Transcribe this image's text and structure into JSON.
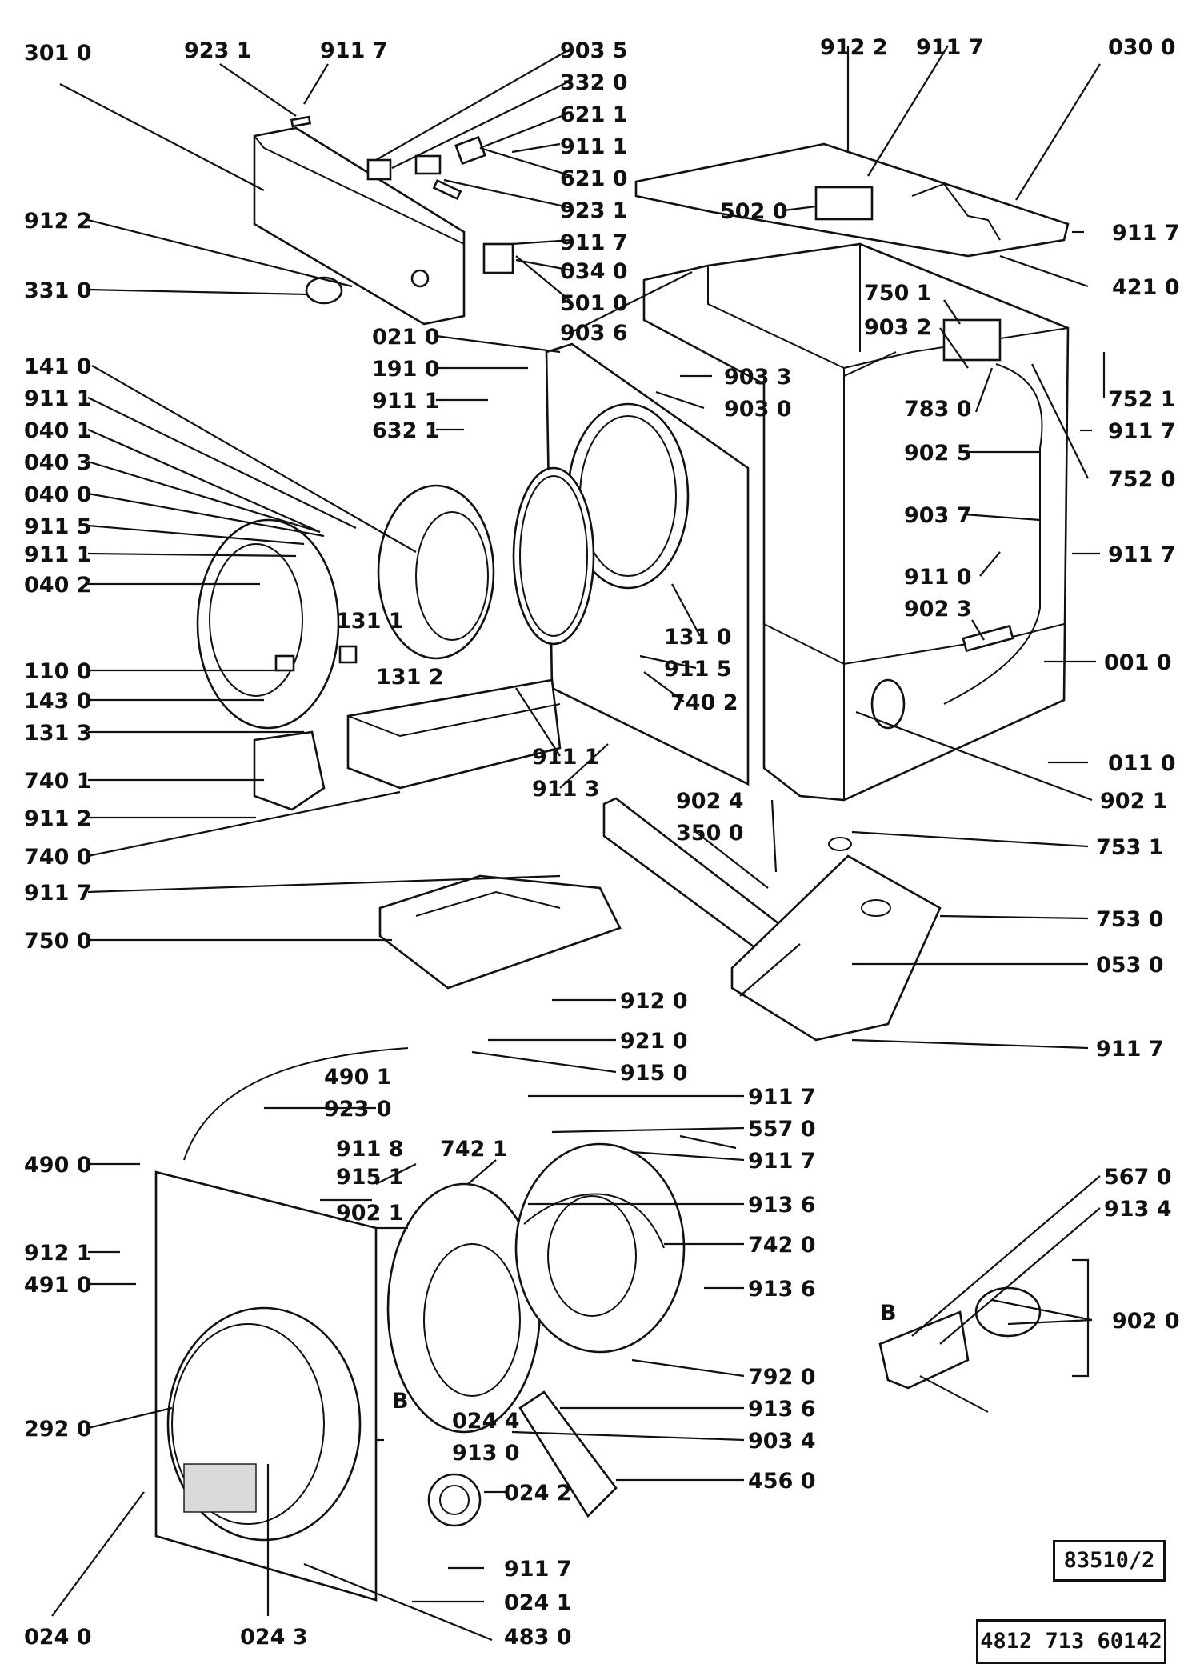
{
  "diagram": {
    "labels": [
      "301 0",
      "923 1",
      "911 7",
      "903 5",
      "332 0",
      "621 1",
      "911 1",
      "621 0",
      "923 1",
      "912 2",
      "331 0",
      "501 0",
      "911 7",
      "034 0",
      "912 2",
      "911 7",
      "030 0",
      "502 0",
      "911 7",
      "421 0",
      "903 6",
      "021 0",
      "750 1",
      "903 2",
      "752 1",
      "191 0",
      "141 0",
      "911 1",
      "903 3",
      "903 0",
      "911 7",
      "632 1",
      "911 1",
      "040 1",
      "783 0",
      "040 3",
      "902 5",
      "752 0",
      "040 0",
      "911 5",
      "903 7",
      "911 1",
      "911 0",
      "911 7",
      "040 2",
      "902 3",
      "131 1",
      "131 0",
      "110 0",
      "911 5",
      "001 0",
      "143 0",
      "131 2",
      "740 2",
      "131 3",
      "011 0",
      "740 1",
      "911 1",
      "911 3",
      "902 1",
      "911 2",
      "902 4",
      "350 0",
      "753 1",
      "740 0",
      "911 7",
      "753 0",
      "750 0",
      "053 0",
      "912 0",
      "921 0",
      "915 0",
      "911 7",
      "490 1",
      "911 7",
      "923 0",
      "557 0",
      "490 0",
      "911 8",
      "742 1",
      "911 7",
      "915 1",
      "902 1",
      "913 6",
      "912 1",
      "742 0",
      "491 0",
      "913 6",
      "567 0",
      "913 4",
      "B",
      "902 0",
      "792 0",
      "B",
      "913 6",
      "024 4",
      "292 0",
      "913 0",
      "903 4",
      "456 0",
      "024 2",
      "911 7",
      "024 1",
      "024 0",
      "024 3",
      "483 0"
    ],
    "drawing_code": "83510/2",
    "part_number": "4812 713 60142"
  }
}
